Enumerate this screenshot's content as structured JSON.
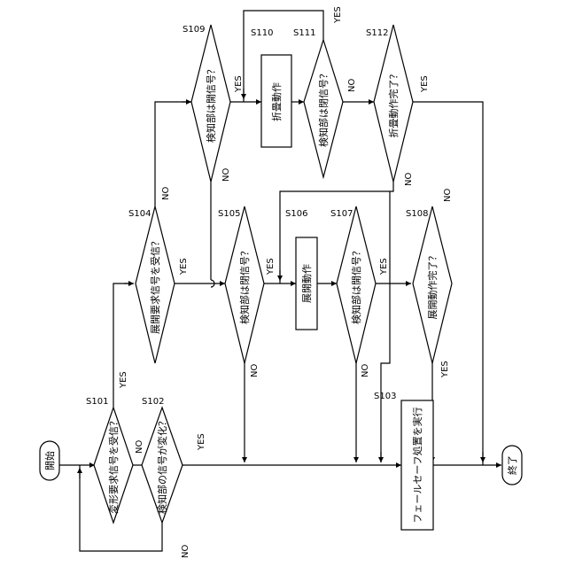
{
  "nodes": {
    "start": {
      "text": "開始"
    },
    "end": {
      "text": "終了"
    },
    "s101": {
      "step": "S101",
      "text": "変形要求信号を受信？"
    },
    "s102": {
      "step": "S102",
      "text": "検知部の信号が変化？"
    },
    "s103": {
      "step": "S103",
      "text": "フェールセーフ処置を実行"
    },
    "s104": {
      "step": "S104",
      "text": "展開要求信号を受信？"
    },
    "s105": {
      "step": "S105",
      "text": "検知部は閉信号？"
    },
    "s106": {
      "step": "S106",
      "text": "展開動作"
    },
    "s107": {
      "step": "S107",
      "text": "検知部は開信号？"
    },
    "s108": {
      "step": "S108",
      "text": "展開動作完了？"
    },
    "s109": {
      "step": "S109",
      "text": "検知部は開信号？"
    },
    "s110": {
      "step": "S110",
      "text": "折畳動作"
    },
    "s111": {
      "step": "S111",
      "text": "検知部は閉信号？"
    },
    "s112": {
      "step": "S112",
      "text": "折畳動作完了？"
    }
  },
  "branches": {
    "yes": "YES",
    "no": "NO"
  }
}
